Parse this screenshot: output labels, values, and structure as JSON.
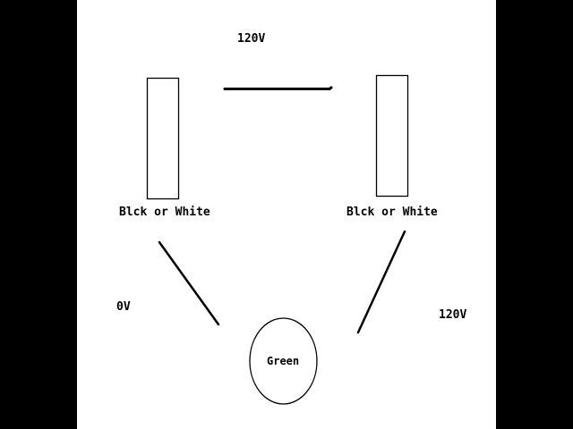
{
  "diagram": {
    "colors": {
      "background": "#ffffff",
      "side_bars": "#000000",
      "stroke": "#000000",
      "text": "#000000"
    },
    "labels": {
      "top_voltage": "120V",
      "left_slot": "Blck or White",
      "right_slot": "Blck or White",
      "left_voltage": "0V",
      "right_voltage": "120V",
      "ground_hole": "Green"
    }
  }
}
